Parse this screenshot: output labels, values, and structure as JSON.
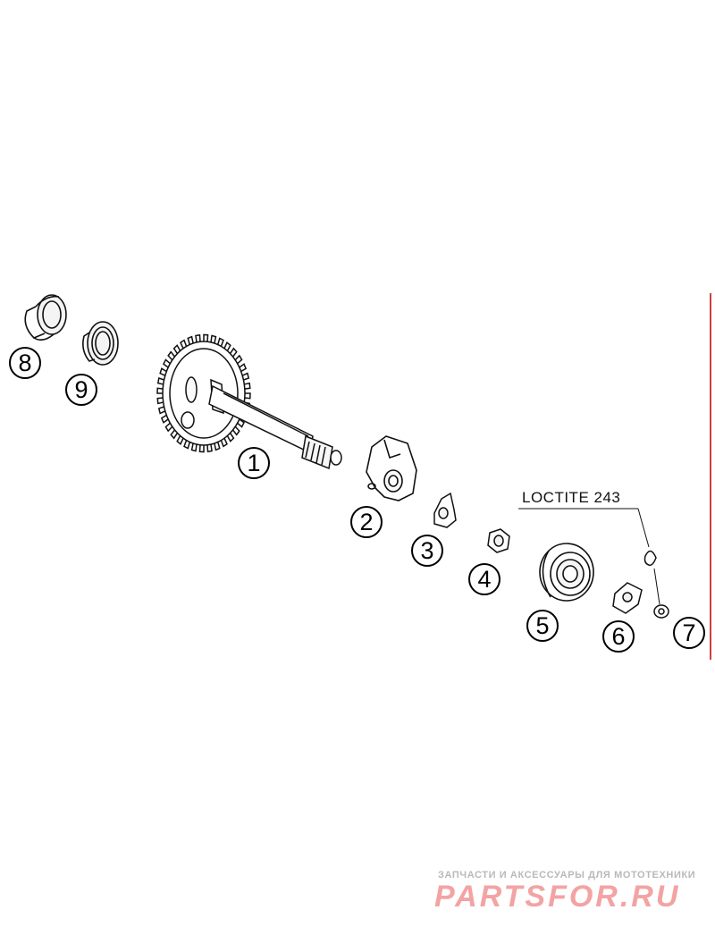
{
  "callouts": [
    {
      "id": "1",
      "label": "1"
    },
    {
      "id": "2",
      "label": "2"
    },
    {
      "id": "3",
      "label": "3"
    },
    {
      "id": "4",
      "label": "4"
    },
    {
      "id": "5",
      "label": "5"
    },
    {
      "id": "6",
      "label": "6"
    },
    {
      "id": "7",
      "label": "7"
    },
    {
      "id": "8",
      "label": "8"
    },
    {
      "id": "9",
      "label": "9"
    }
  ],
  "annotation": {
    "text": "LOCTITE 243"
  },
  "watermark": {
    "tagline": "ЗАПЧАСТИ И АКСЕССУАРЫ ДЛЯ МОТОТЕХНИКИ",
    "logo": "PARTSFOR.RU",
    "color": "#f3a3a3"
  },
  "colors": {
    "line": "#111111",
    "accent_edge": "#d04040"
  }
}
